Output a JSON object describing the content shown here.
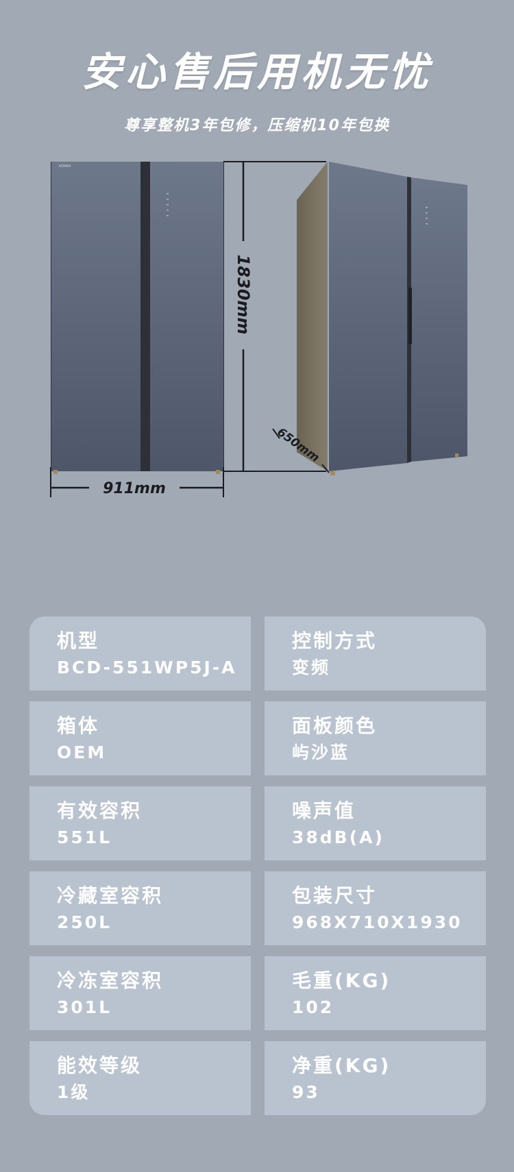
{
  "header": {
    "title": "安心售后用机无忧",
    "subtitle": "尊享整机3年包修，压缩机10年包换"
  },
  "product": {
    "brand_mark": "KONKA",
    "height_label": "1830mm",
    "width_label": "911mm",
    "depth_label": "650mm"
  },
  "specs": [
    {
      "label": "机型",
      "value": "BCD-551WP5J-A"
    },
    {
      "label": "控制方式",
      "value": "变频"
    },
    {
      "label": "箱体",
      "value": "OEM"
    },
    {
      "label": "面板颜色",
      "value": "屿沙蓝"
    },
    {
      "label": "有效容积",
      "value": "551L"
    },
    {
      "label": "噪声值",
      "value": "38dB(A)"
    },
    {
      "label": "冷藏室容积",
      "value": "250L"
    },
    {
      "label": "包装尺寸",
      "value": "968X710X1930"
    },
    {
      "label": "冷冻室容积",
      "value": "301L"
    },
    {
      "label": "毛重(KG)",
      "value": "102"
    },
    {
      "label": "能效等级",
      "value": "1级"
    },
    {
      "label": "净重(KG)",
      "value": "93"
    }
  ]
}
